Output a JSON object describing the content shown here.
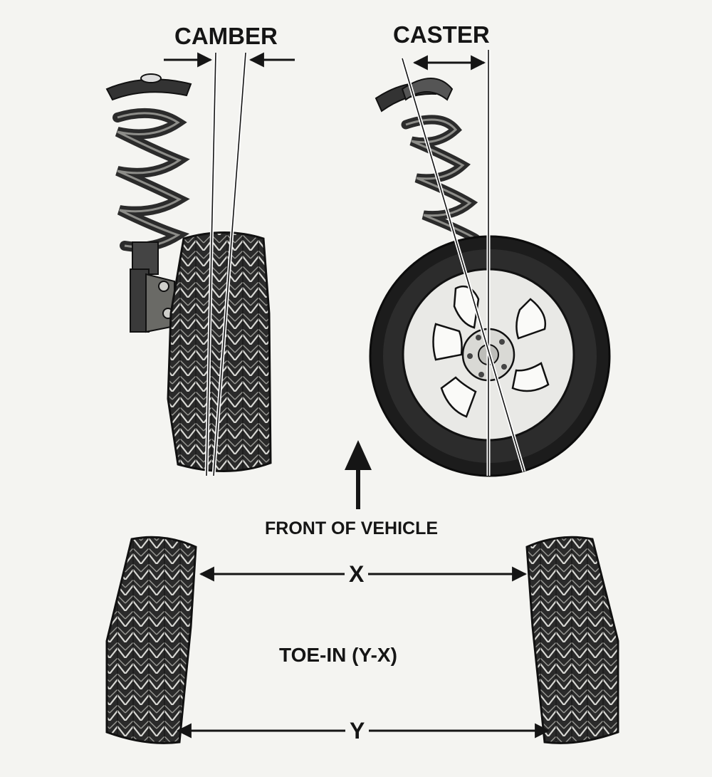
{
  "labels": {
    "camber": "CAMBER",
    "caster": "CASTER",
    "front_of_vehicle": "FRONT OF VEHICLE",
    "toe_in": "TOE-IN (Y-X)",
    "x": "X",
    "y": "Y"
  },
  "colors": {
    "ink": "#151515",
    "paper": "#f4f4f1",
    "tire": "#262626",
    "rim": "#e9e9e6"
  }
}
